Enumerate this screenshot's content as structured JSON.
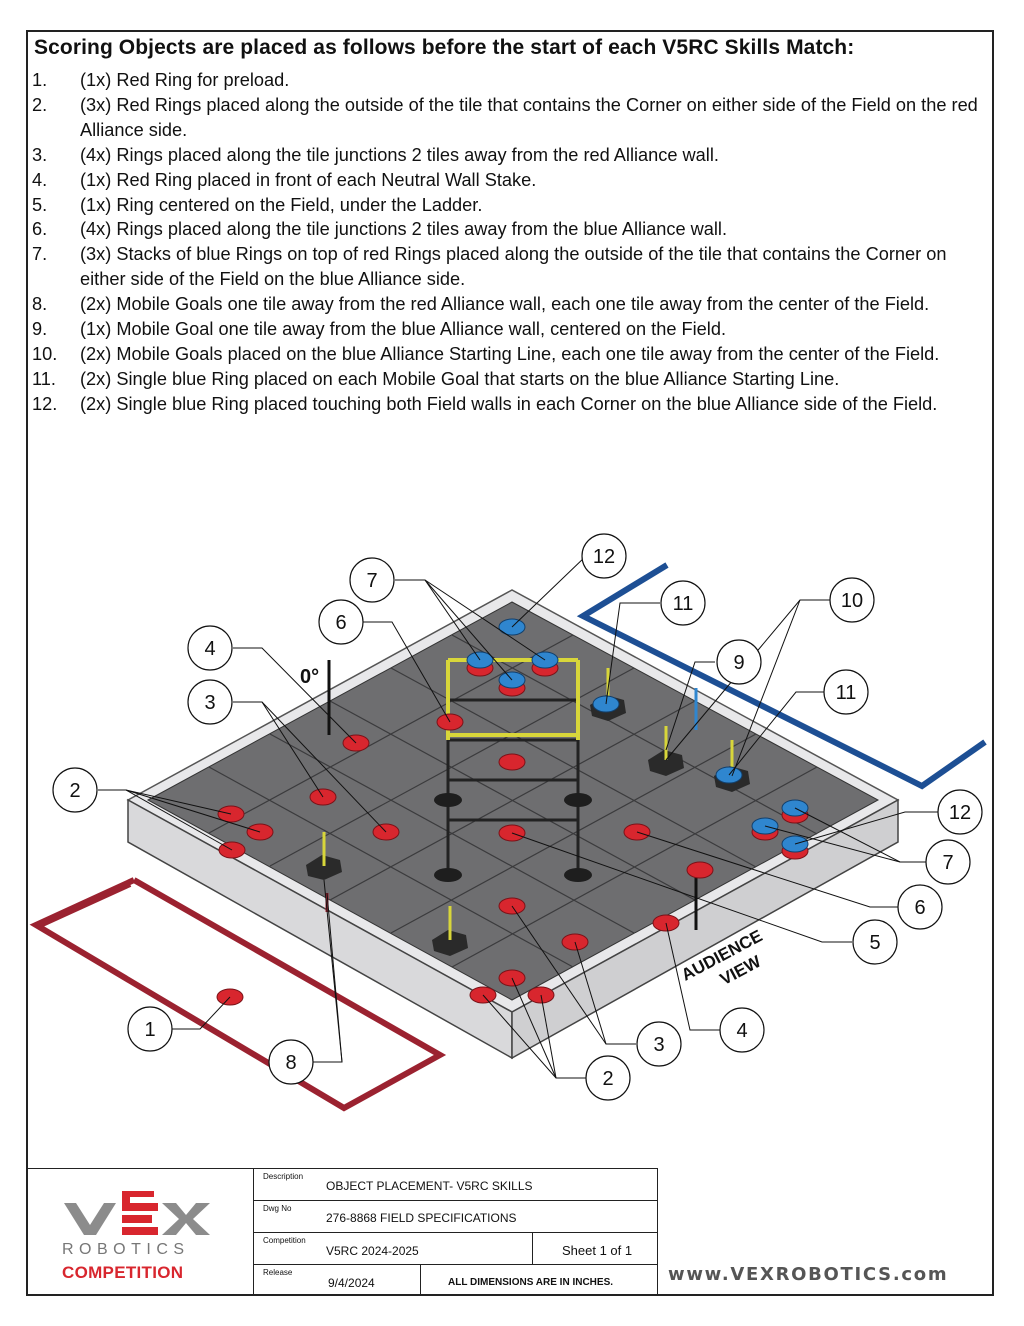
{
  "heading": "Scoring Objects are placed as follows before the start of each V5RC Skills Match:",
  "rules": [
    {
      "num": "1.",
      "text": "(1x) Red Ring for preload."
    },
    {
      "num": "2.",
      "text": "(3x) Red Rings placed along the outside of the tile that contains the Corner on either side of the Field on the red Alliance side."
    },
    {
      "num": "3.",
      "text": "(4x) Rings placed along the tile junctions 2 tiles away from the red Alliance wall."
    },
    {
      "num": "4.",
      "text": "(1x) Red Ring placed in front of each Neutral Wall Stake."
    },
    {
      "num": "5.",
      "text": "(1x) Ring centered on the Field, under the Ladder."
    },
    {
      "num": "6.",
      "text": "(4x) Rings placed along the tile junctions 2 tiles away from the blue Alliance wall."
    },
    {
      "num": "7.",
      "text": "(3x) Stacks of blue Rings on top of red Rings placed along the outside of the tile that contains the Corner on either side of the Field on the blue Alliance side."
    },
    {
      "num": "8.",
      "text": "(2x) Mobile Goals one tile away from the red Alliance wall, each one tile away from the center of the Field."
    },
    {
      "num": "9.",
      "text": "(1x) Mobile Goal one tile away from the blue Alliance wall, centered on the Field."
    },
    {
      "num": "10.",
      "text": "(2x) Mobile Goals placed on the blue Alliance Starting Line, each one tile away from the center of the Field."
    },
    {
      "num": "11.",
      "text": "(2x) Single blue Ring placed on each Mobile Goal that starts on the blue Alliance Starting Line."
    },
    {
      "num": "12.",
      "text": "(2x) Single blue Ring placed touching both Field walls in each Corner on the blue Alliance side of the Field."
    }
  ],
  "diagram": {
    "angle_label": "0°",
    "audience_line1": "AUDIENCE",
    "audience_line2": "VIEW",
    "callouts": [
      "12",
      "7",
      "6",
      "11",
      "10",
      "4",
      "9",
      "3",
      "11",
      "2",
      "12",
      "7",
      "6",
      "5",
      "1",
      "8",
      "3",
      "4",
      "2"
    ]
  },
  "title_block": {
    "logo_robotics": "ROBOTICS",
    "logo_competition": "COMPETITION",
    "description_label": "Description",
    "description": "OBJECT PLACEMENT- V5RC SKILLS",
    "dwg_label": "Dwg  No",
    "dwg": "276-8868 FIELD SPECIFICATIONS",
    "competition_label": "Competition",
    "competition": "V5RC 2024-2025",
    "sheet": "Sheet 1 of 1",
    "release_label": "Release",
    "release": "9/4/2024",
    "dimensions_note": "ALL DIMENSIONS ARE IN INCHES.",
    "url": "www.VEXROBOTICS.com"
  },
  "colors": {
    "red_ring": "#d8262e",
    "blue_ring": "#2f86cf",
    "tile": "#6e6e70",
    "ladder": "#d8d63a",
    "alliance_red": "#9b2230",
    "alliance_blue": "#1d4f94"
  }
}
